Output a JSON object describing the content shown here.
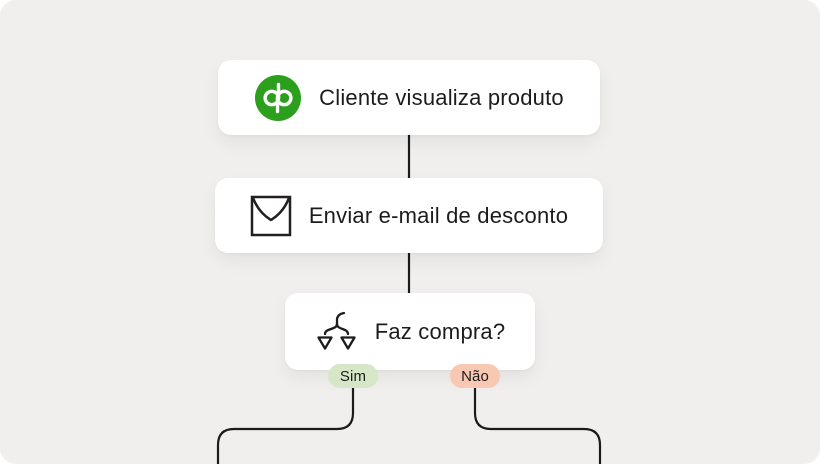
{
  "page": {
    "background": "#f0efee",
    "connector_color": "#1c1b1b",
    "card_background": "#ffffff"
  },
  "flowchart": {
    "nodes": [
      {
        "label": "Cliente visualiza produto",
        "icon": "quickbooks-logo",
        "icon_color": "#2ca01c"
      },
      {
        "label": "Enviar e-mail de desconto",
        "icon": "envelope-icon"
      },
      {
        "label": "Faz compra?",
        "icon": "branch-split-icon"
      }
    ],
    "branches": {
      "yes": {
        "label": "Sim",
        "bg": "#d6e7c8"
      },
      "no": {
        "label": "Não",
        "bg": "#f8c8b3"
      }
    }
  }
}
